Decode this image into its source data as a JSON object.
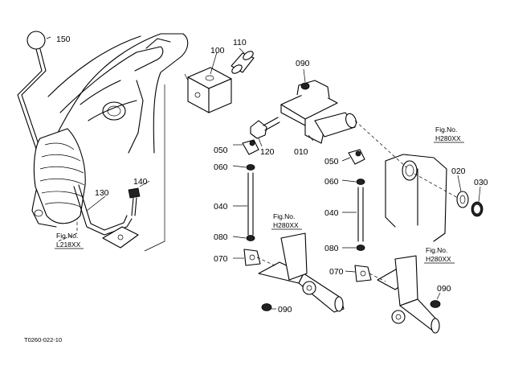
{
  "callouts": {
    "c150": "150",
    "c110": "110",
    "c100": "100",
    "c090_top": "090",
    "c050_left": "050",
    "c120": "120",
    "c010": "010",
    "c060_left": "060",
    "c140": "140",
    "c130": "130",
    "c040_left": "040",
    "c080_left": "080",
    "c070_left": "070",
    "c090_bottom_left": "090",
    "c050_right": "050",
    "c060_right": "060",
    "c040_right": "040",
    "c080_right": "080",
    "c070_right": "070",
    "c020": "020",
    "c030": "030",
    "c090_bottom_right": "090"
  },
  "figure_refs": {
    "fig_l218": {
      "line1": "Fig.No.",
      "line2": "L218XX"
    },
    "fig_h280_top": {
      "line1": "Fig.No.",
      "line2": "H280XX"
    },
    "fig_h280_mid": {
      "line1": "Fig.No.",
      "line2": "H280XX"
    },
    "fig_h280_right": {
      "line1": "Fig.No.",
      "line2": "H280XX"
    }
  },
  "drawing_code": "T0260-022-10"
}
